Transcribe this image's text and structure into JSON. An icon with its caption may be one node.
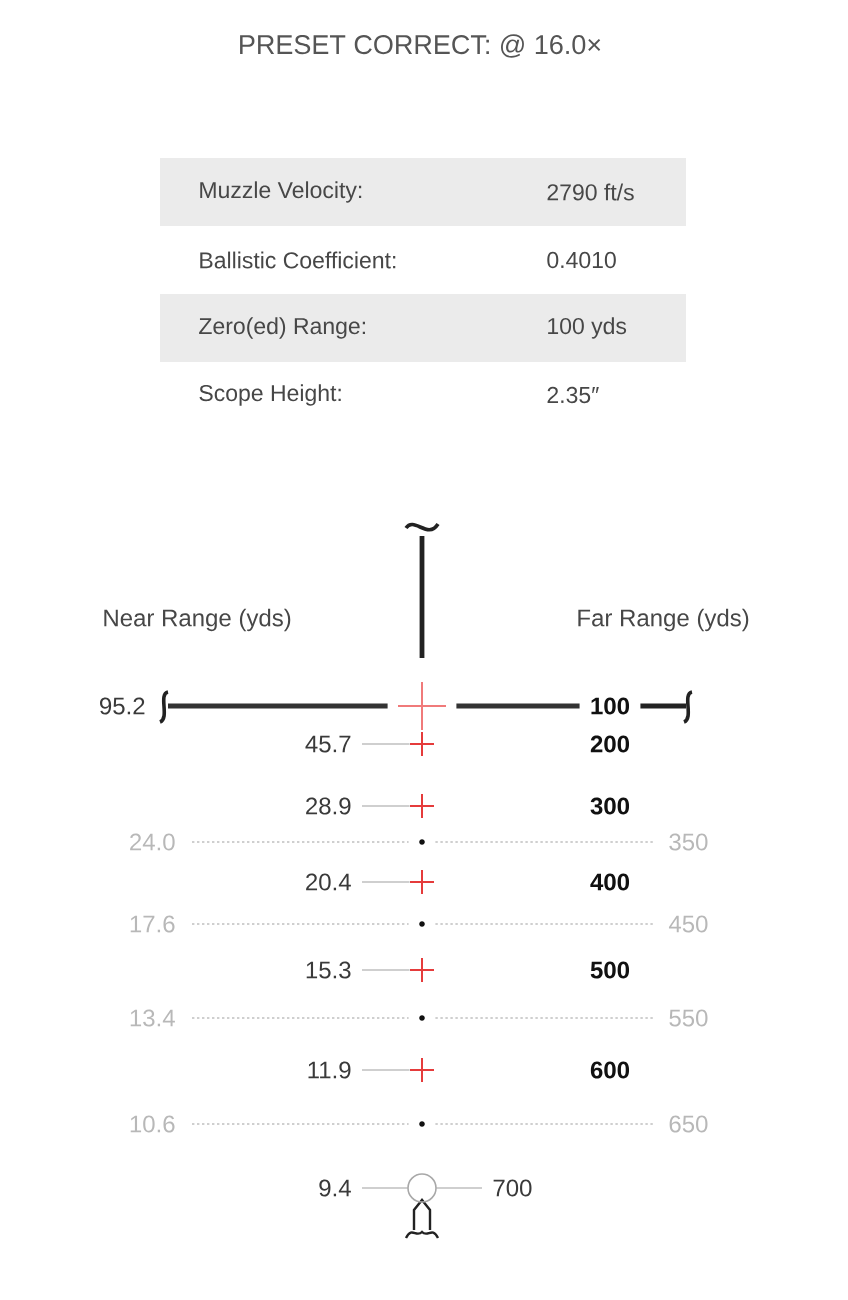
{
  "diagram": {
    "title": "PRESET CORRECT: @ 16.0×",
    "nodes": [
      {
        "text": [
          "95.2"
        ]
      },
      {
        "text": [],
        "shape": "cross"
      },
      {
        "text": [
          "100"
        ]
      },
      {
        "text": [
          "45.7"
        ]
      },
      {
        "text": [],
        "shape": "cross"
      },
      {
        "text": [
          "200"
        ]
      },
      {
        "text": [
          "28.9"
        ]
      },
      {
        "text": [],
        "shape": "cross"
      },
      {
        "text": [
          "300"
        ]
      },
      {
        "text": [
          "24.0"
        ]
      },
      {
        "text": [],
        "shape": "dot"
      },
      {
        "text": [
          "350"
        ]
      },
      {
        "text": [
          "20.4"
        ]
      },
      {
        "text": [],
        "shape": "cross"
      },
      {
        "text": [
          "400"
        ]
      },
      {
        "text": [
          "17.6"
        ]
      },
      {
        "text": [],
        "shape": "dot"
      },
      {
        "text": [
          "450"
        ]
      },
      {
        "text": [
          "15.3"
        ]
      },
      {
        "text": [],
        "shape": "cross"
      },
      {
        "text": [
          "500"
        ]
      },
      {
        "text": [
          "13.4"
        ]
      },
      {
        "text": [],
        "shape": "dot"
      },
      {
        "text": [
          "550"
        ]
      },
      {
        "text": [
          "11.9"
        ]
      },
      {
        "text": [],
        "shape": "cross"
      },
      {
        "text": [
          "600"
        ]
      },
      {
        "text": [
          "10.6"
        ]
      },
      {
        "text": [],
        "shape": "dot"
      },
      {
        "text": [
          "650"
        ]
      },
      {
        "text": [
          "9.4"
        ]
      },
      {
        "text": [],
        "shape": "circle"
      },
      {
        "text": [
          "700"
        ]
      }
    ],
    "edges": [
      {
        "from": 0,
        "to": 1,
        "arrow": "none",
        "style": "thick",
        "color": "#333333"
      },
      {
        "from": 1,
        "to": 2,
        "arrow": "none",
        "style": "thick",
        "color": "#333333"
      },
      {
        "from": 3,
        "to": 4,
        "arrow": "none"
      },
      {
        "from": 6,
        "to": 7,
        "arrow": "none"
      },
      {
        "from": 9,
        "to": 10,
        "arrow": "none",
        "style": "dashed"
      },
      {
        "from": 10,
        "to": 11,
        "arrow": "none",
        "style": "dashed"
      },
      {
        "from": 12,
        "to": 13,
        "arrow": "none"
      },
      {
        "from": 15,
        "to": 16,
        "arrow": "none",
        "style": "dashed"
      },
      {
        "from": 16,
        "to": 17,
        "arrow": "none",
        "style": "dashed"
      },
      {
        "from": 18,
        "to": 19,
        "arrow": "none"
      },
      {
        "from": 21,
        "to": 22,
        "arrow": "none",
        "style": "dashed"
      },
      {
        "from": 22,
        "to": 23,
        "arrow": "none",
        "style": "dashed"
      },
      {
        "from": 24,
        "to": 25,
        "arrow": "none"
      },
      {
        "from": 27,
        "to": 28,
        "arrow": "none",
        "style": "dashed"
      },
      {
        "from": 28,
        "to": 29,
        "arrow": "none",
        "style": "dashed"
      },
      {
        "from": 30,
        "to": 31,
        "arrow": "none"
      },
      {
        "from": 31,
        "to": 32,
        "arrow": "none"
      }
    ],
    "labels": [
      "Muzzle Velocity:",
      "2790 ft/s",
      "Ballistic Coefficient:",
      "0.4010",
      "Zero(ed) Range:",
      "100 yds",
      "Scope Height:",
      "2.35″",
      "Near Range (yds)",
      "Far Range (yds)"
    ]
  }
}
